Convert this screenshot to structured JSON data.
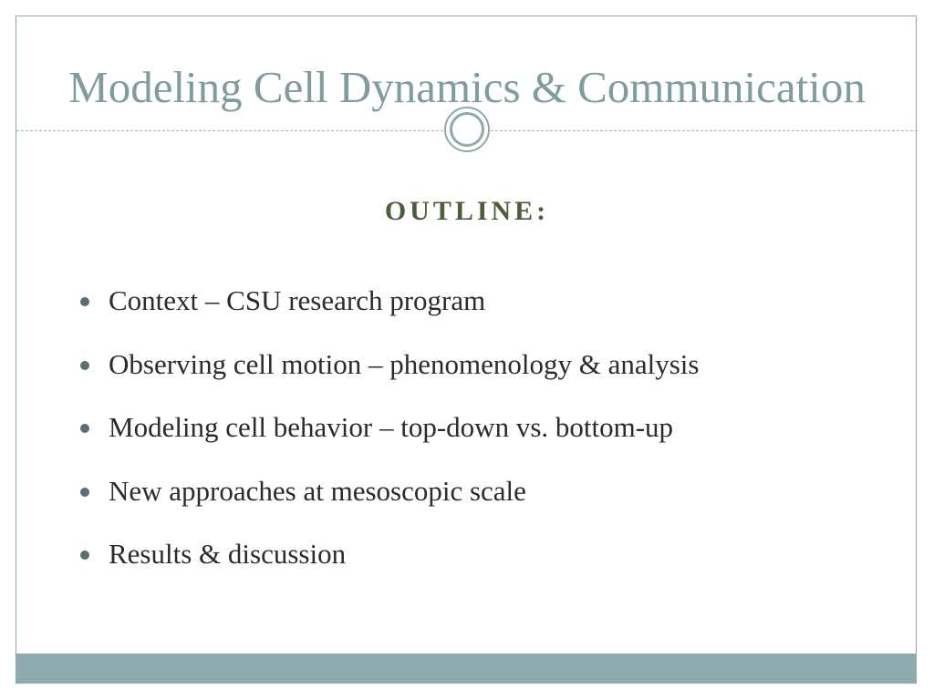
{
  "slide": {
    "title": "Modeling Cell Dynamics & Communication",
    "heading": "OUTLINE:",
    "bullets": [
      "Context – CSU research program",
      "Observing cell motion – phenomenology & analysis",
      "Modeling cell behavior – top-down vs. bottom-up",
      "New approaches at mesoscopic scale",
      "Results & discussion"
    ]
  },
  "theme": {
    "title_color": "#7f9c9e",
    "heading_color": "#4a5e3a",
    "accent_color": "#8eacad",
    "bullet_icon": "filled-circle-bullet"
  }
}
